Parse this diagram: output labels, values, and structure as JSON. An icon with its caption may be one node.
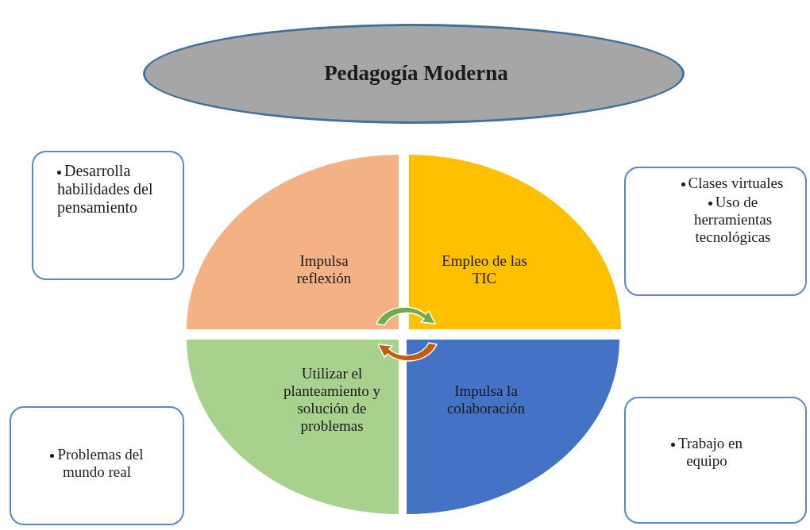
{
  "diagram": {
    "nodes": [
      {
        "text": [
          "Pedagogía Moderna"
        ]
      },
      {
        "text": [
          "Impulsa reflexión"
        ]
      },
      {
        "text": [
          "Empleo de las TIC"
        ]
      },
      {
        "text": [
          "Utilizar el planteamiento y solución de problemas"
        ]
      },
      {
        "text": [
          "Impulsa la colaboración"
        ]
      },
      {
        "text": [
          "Desarrolla habilidades del pensamiento"
        ]
      },
      {
        "text": [
          "Clases virtuales",
          "Uso de herramientas tecnológicas"
        ]
      },
      {
        "text": [
          "Problemas del mundo real"
        ]
      },
      {
        "text": [
          "Trabajo en equipo"
        ]
      }
    ]
  }
}
